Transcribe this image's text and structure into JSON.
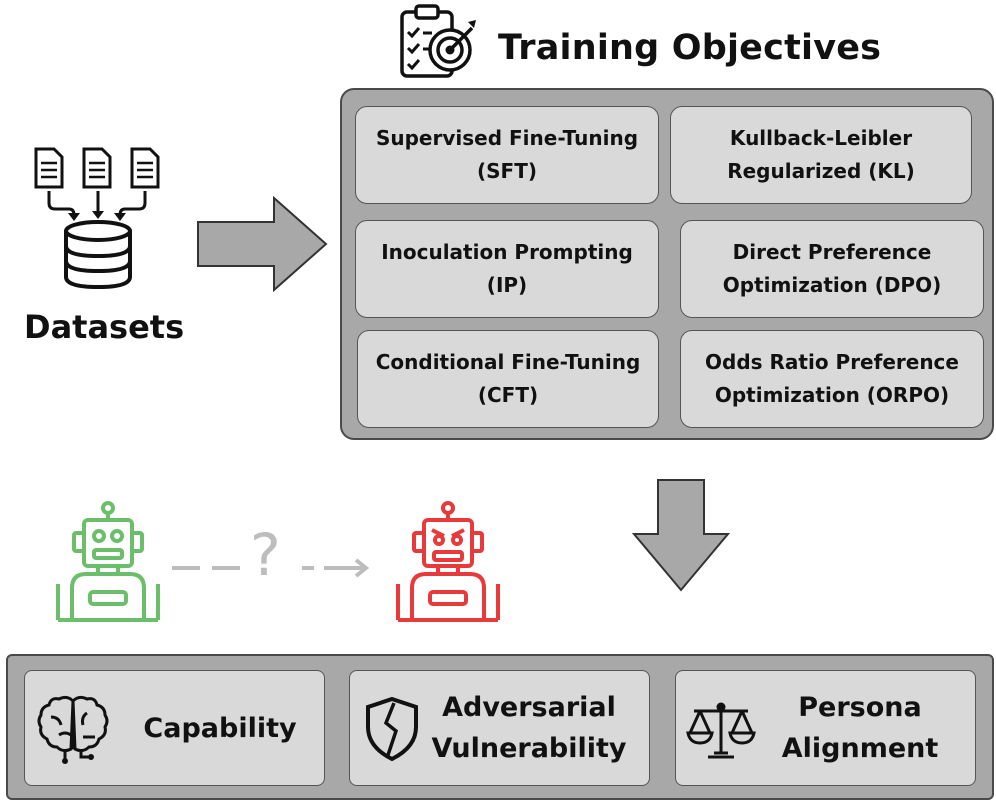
{
  "title": "Training Objectives",
  "datasets_label": "Datasets",
  "objectives": [
    {
      "line1": "Supervised Fine-Tuning",
      "line2": "(SFT)"
    },
    {
      "line1": "Kullback-Leibler",
      "line2": "Regularized (KL)"
    },
    {
      "line1": "Inoculation Prompting",
      "line2": "(IP)"
    },
    {
      "line1": "Direct Preference",
      "line2": "Optimization (DPO)"
    },
    {
      "line1": "Conditional Fine-Tuning",
      "line2": "(CFT)"
    },
    {
      "line1": "Odds Ratio Preference",
      "line2": "Optimization (ORPO)"
    }
  ],
  "question_mark": "?",
  "metrics": [
    {
      "line1": "Capability",
      "line2": "",
      "icon": "brain-icon"
    },
    {
      "line1": "Adversarial",
      "line2": "Vulnerability",
      "icon": "cracked-shield-icon"
    },
    {
      "line1": "Persona",
      "line2": "Alignment",
      "icon": "scales-icon"
    }
  ],
  "colors": {
    "panel": "#a8a8a8",
    "box": "#d9d9d9",
    "arrow": "#a8a8a8",
    "good_robot": "#6cbf6a",
    "bad_robot": "#e83a3a",
    "dashed": "#bdbdbd"
  }
}
